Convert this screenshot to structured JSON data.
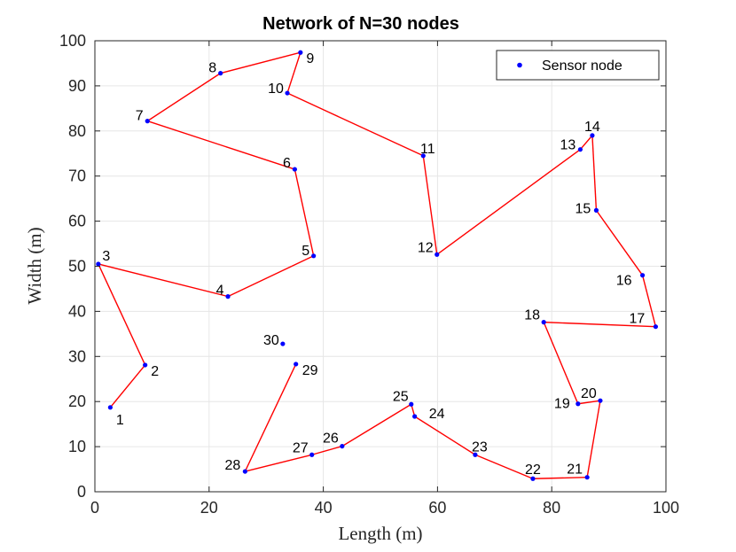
{
  "chart_data": {
    "type": "scatter",
    "title": "Network of N=30 nodes",
    "xlabel": "Length (m)",
    "ylabel": "Width (m)",
    "xlim": [
      0,
      100
    ],
    "ylim": [
      0,
      100
    ],
    "xticks": [
      "0",
      "20",
      "40",
      "60",
      "80",
      "100"
    ],
    "yticks": [
      "0",
      "10",
      "20",
      "30",
      "40",
      "50",
      "60",
      "70",
      "80",
      "90",
      "100"
    ],
    "grid": true,
    "legend": {
      "position": "top-right",
      "entries": [
        "Sensor node"
      ]
    },
    "colors": {
      "marker": "#0000ff",
      "path": "#ff0000",
      "grid": "#e6e6e6"
    },
    "series": [
      {
        "name": "Sensor node",
        "points": [
          {
            "id": "1",
            "x": 2.7,
            "y": 18.7
          },
          {
            "id": "2",
            "x": 8.8,
            "y": 28.1
          },
          {
            "id": "3",
            "x": 0.6,
            "y": 50.5
          },
          {
            "id": "4",
            "x": 23.3,
            "y": 43.3
          },
          {
            "id": "5",
            "x": 38.3,
            "y": 52.3
          },
          {
            "id": "6",
            "x": 35.0,
            "y": 71.5
          },
          {
            "id": "7",
            "x": 9.2,
            "y": 82.2
          },
          {
            "id": "8",
            "x": 22.0,
            "y": 92.8
          },
          {
            "id": "9",
            "x": 36.0,
            "y": 97.4
          },
          {
            "id": "10",
            "x": 33.7,
            "y": 88.4
          },
          {
            "id": "11",
            "x": 57.5,
            "y": 74.5
          },
          {
            "id": "12",
            "x": 59.9,
            "y": 52.6
          },
          {
            "id": "13",
            "x": 85.0,
            "y": 75.9
          },
          {
            "id": "14",
            "x": 87.1,
            "y": 79.0
          },
          {
            "id": "15",
            "x": 87.8,
            "y": 62.4
          },
          {
            "id": "16",
            "x": 95.9,
            "y": 48.0
          },
          {
            "id": "17",
            "x": 98.2,
            "y": 36.6
          },
          {
            "id": "18",
            "x": 78.6,
            "y": 37.6
          },
          {
            "id": "19",
            "x": 84.6,
            "y": 19.5
          },
          {
            "id": "20",
            "x": 88.5,
            "y": 20.2
          },
          {
            "id": "21",
            "x": 86.2,
            "y": 3.2
          },
          {
            "id": "22",
            "x": 76.7,
            "y": 2.9
          },
          {
            "id": "23",
            "x": 66.6,
            "y": 8.2
          },
          {
            "id": "24",
            "x": 56.0,
            "y": 16.7
          },
          {
            "id": "25",
            "x": 55.4,
            "y": 19.4
          },
          {
            "id": "26",
            "x": 43.3,
            "y": 10.1
          },
          {
            "id": "27",
            "x": 38.0,
            "y": 8.2
          },
          {
            "id": "28",
            "x": 26.3,
            "y": 4.5
          },
          {
            "id": "29",
            "x": 35.2,
            "y": 28.3
          },
          {
            "id": "30",
            "x": 32.9,
            "y": 32.8
          }
        ]
      }
    ],
    "path_order": [
      "1",
      "2",
      "3",
      "4",
      "5",
      "6",
      "7",
      "8",
      "9",
      "10",
      "11",
      "12",
      "13",
      "14",
      "15",
      "16",
      "17",
      "18",
      "19",
      "20",
      "21",
      "22",
      "23",
      "24",
      "25",
      "26",
      "27",
      "28",
      "29"
    ]
  }
}
